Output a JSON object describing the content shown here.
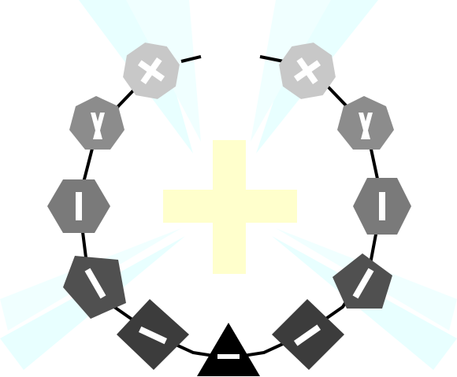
{
  "diagram": {
    "center_symbol": "plus",
    "colors": {
      "background": "#ffffff",
      "center_plus": "#ffffcc",
      "light_rays": "#e8ffff",
      "ring_line": "#000000",
      "glyph": "#ffffff",
      "triangle_fill": "#000000"
    },
    "left_arc": [
      {
        "shape": "octagon",
        "glyph": "plus-rotated",
        "shade": "#c8c8c8"
      },
      {
        "shape": "heptagon",
        "glyph": "x-narrow",
        "shade": "#8c8c8c"
      },
      {
        "shape": "hexagon",
        "glyph": "bar-vertical",
        "shade": "#7a7a7a"
      },
      {
        "shape": "pentagon",
        "glyph": "bar-tilted",
        "shade": "#505050"
      },
      {
        "shape": "square",
        "glyph": "bar-diagonal",
        "shade": "#3c3c3c"
      }
    ],
    "right_arc": [
      {
        "shape": "octagon",
        "glyph": "plus-rotated",
        "shade": "#c8c8c8"
      },
      {
        "shape": "heptagon",
        "glyph": "x-narrow",
        "shade": "#8c8c8c"
      },
      {
        "shape": "hexagon",
        "glyph": "bar-vertical",
        "shade": "#7a7a7a"
      },
      {
        "shape": "pentagon",
        "glyph": "bar-tilted",
        "shade": "#505050"
      },
      {
        "shape": "square",
        "glyph": "bar-diagonal",
        "shade": "#3c3c3c"
      }
    ],
    "bottom": {
      "shape": "triangle",
      "glyph": "minus",
      "shade": "#000000"
    }
  }
}
